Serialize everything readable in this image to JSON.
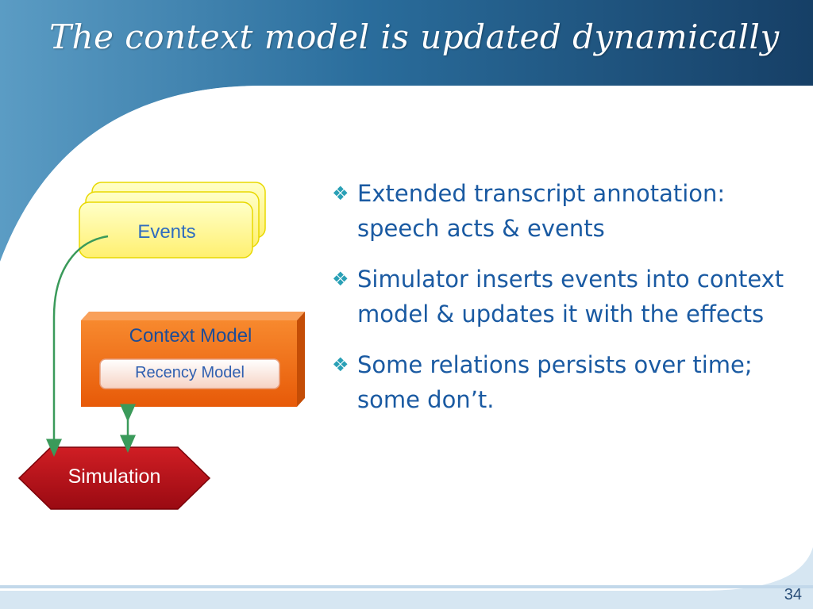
{
  "slide": {
    "title": "The context model is updated dynamically",
    "page_number": "34"
  },
  "diagram": {
    "events_label": "Events",
    "context_model_label": "Context Model",
    "recency_model_label": "Recency Model",
    "simulation_label": "Simulation"
  },
  "bullets": [
    {
      "icon": "diamond-bullet-icon",
      "text": "Extended transcript annotation: speech acts & events"
    },
    {
      "icon": "diamond-bullet-icon",
      "text": "Simulator inserts events into context model & updates it with the effects"
    },
    {
      "icon": "diamond-bullet-icon",
      "text": "Some relations persists over time; some don’t."
    }
  ],
  "colors": {
    "title_bg": "#1a4f78",
    "bullet_text": "#1a5aa2",
    "events_fill": "#fffc99",
    "context_fill": "#f26a12",
    "simulation_fill": "#b0101a",
    "connector": "#3a9a5a"
  }
}
